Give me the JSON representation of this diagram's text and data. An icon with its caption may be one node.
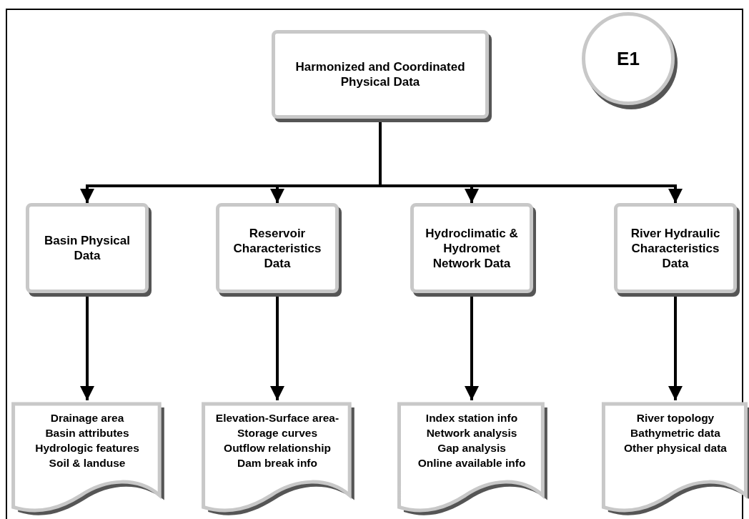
{
  "diagram": {
    "nodes": [
      {
        "text": [
          "Harmonized and Coordinated Physical Data"
        ]
      },
      {
        "text": [
          "E1"
        ]
      },
      {
        "text": [
          "Basin Physical Data"
        ]
      },
      {
        "text": [
          "Reservoir Characteristics Data"
        ]
      },
      {
        "text": [
          "Hydroclimatic & Hydromet Network Data"
        ]
      },
      {
        "text": [
          "River Hydraulic Characteristics Data"
        ]
      },
      {
        "text": [
          "Drainage area",
          "Basin attributes",
          "Hydrologic features",
          "Soil & landuse"
        ]
      },
      {
        "text": [
          "Elevation-Surface area-Storage curves",
          "Outflow relationship",
          "Dam break info"
        ]
      },
      {
        "text": [
          "Index station info",
          "Network analysis",
          "Gap analysis",
          "Online available info"
        ]
      },
      {
        "text": [
          "River topology",
          "Bathymetric data",
          "Other physical data"
        ]
      }
    ],
    "edges": [
      {
        "from": 0,
        "to": 2,
        "arrow": "to"
      },
      {
        "from": 0,
        "to": 3,
        "arrow": "to"
      },
      {
        "from": 0,
        "to": 4,
        "arrow": "to"
      },
      {
        "from": 0,
        "to": 5,
        "arrow": "to"
      },
      {
        "from": 2,
        "to": 6,
        "arrow": "to"
      },
      {
        "from": 3,
        "to": 7,
        "arrow": "to"
      },
      {
        "from": 4,
        "to": 8,
        "arrow": "to"
      },
      {
        "from": 5,
        "to": 9,
        "arrow": "to"
      }
    ]
  }
}
